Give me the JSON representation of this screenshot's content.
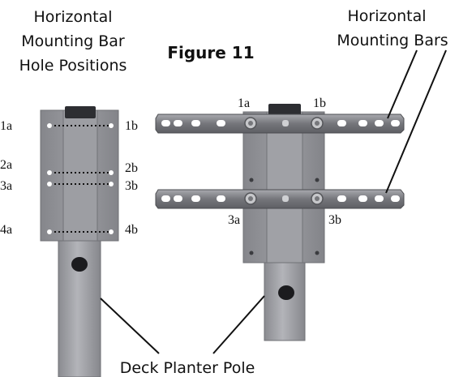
{
  "figure_title": "Figure 11",
  "left_title": [
    "Horizontal",
    "Mounting Bar",
    "Hole Positions"
  ],
  "right_title": [
    "Horizontal",
    "Mounting Bars"
  ],
  "hole_positions": {
    "h1a": "1a",
    "h1b": "1b",
    "h2a": "2a",
    "h2b": "2b",
    "h3a": "3a",
    "h3b": "3b",
    "h4a": "4a",
    "h4b": "4b"
  },
  "photo_labels": {
    "p1a": "1a",
    "p1b": "1b",
    "p3a": "3a",
    "p3b": "3b"
  },
  "pole_label": "Deck Planter Pole",
  "colors": {
    "bracket": "#8f9095",
    "bracket_edge": "#6f7075",
    "pole": "#a4a5aa",
    "bar": "#808186",
    "hole": "#ffffff"
  }
}
